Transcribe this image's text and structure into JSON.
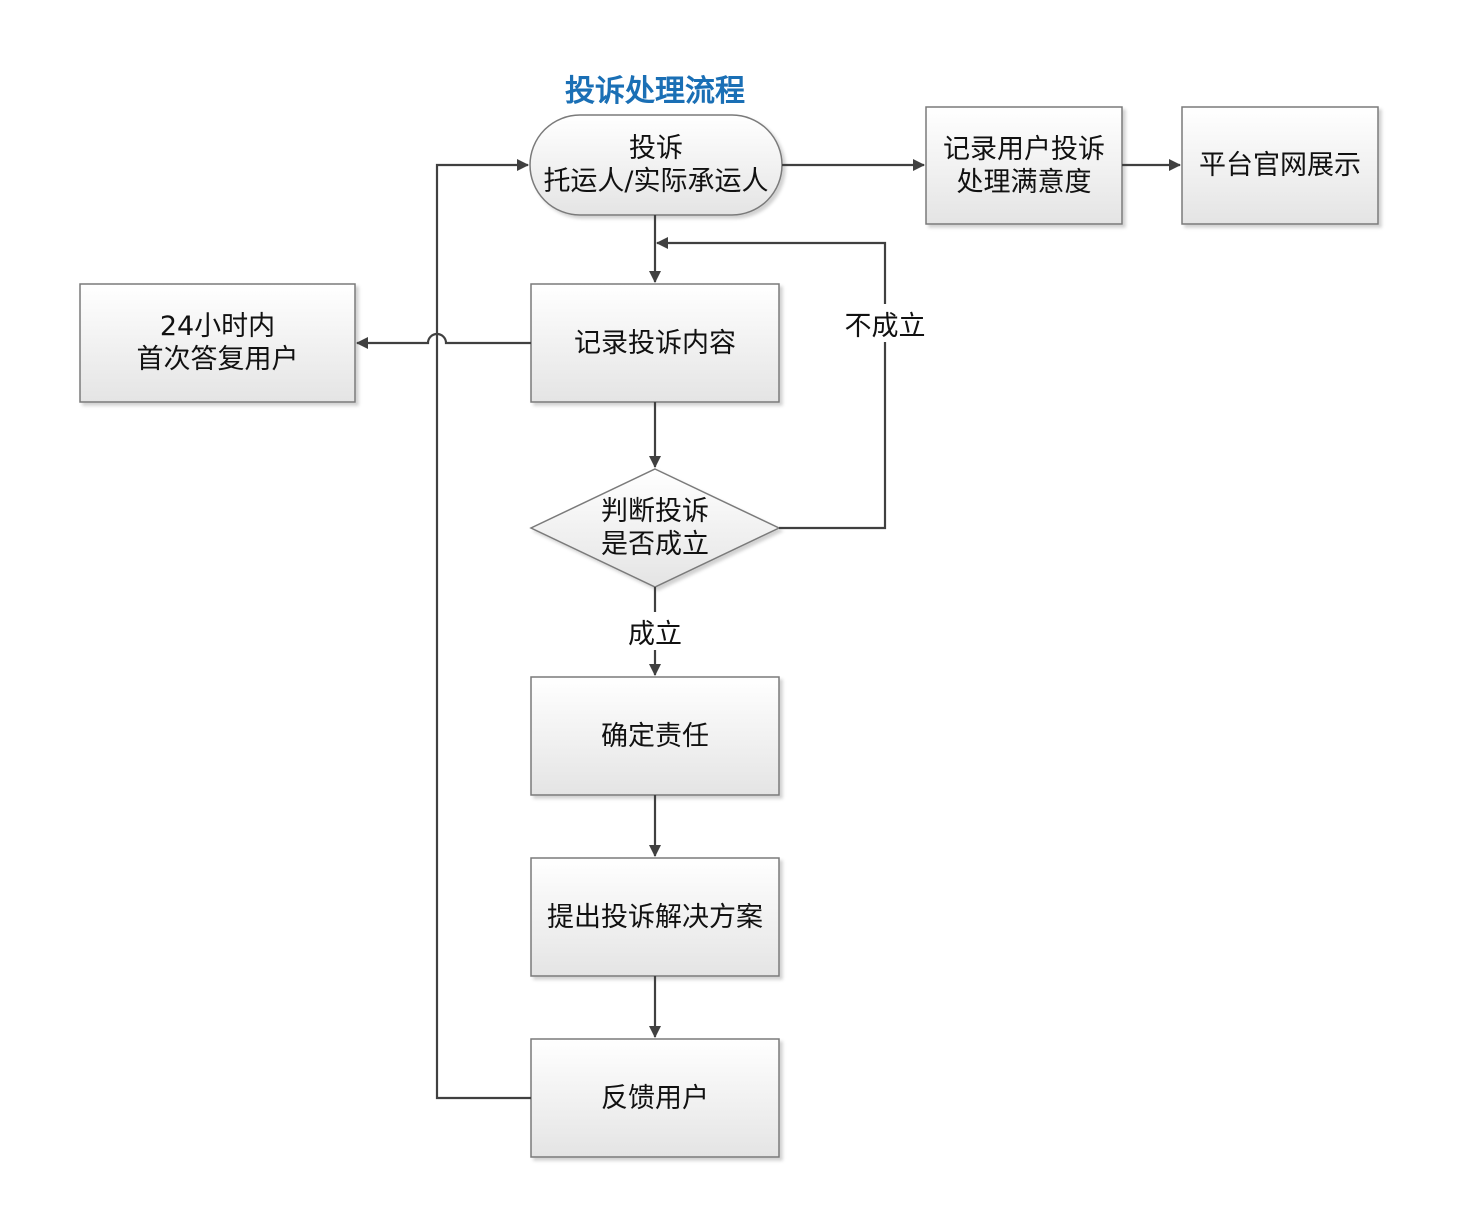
{
  "title": "投诉处理流程",
  "colors": {
    "title": "#1a6fb5",
    "box_fill_top": "#ffffff",
    "box_fill_bottom": "#e6e6e6",
    "box_border": "#7a7a7a",
    "connector": "#404040"
  },
  "nodes": {
    "start": {
      "line1": "投诉",
      "line2": "托运人/实际承运人"
    },
    "record_satisfaction": {
      "line1": "记录用户投诉",
      "line2": "处理满意度"
    },
    "platform_display": {
      "label": "平台官网展示"
    },
    "reply_24h": {
      "line1": "24小时内",
      "line2": "首次答复用户"
    },
    "record_content": {
      "label": "记录投诉内容"
    },
    "judge": {
      "line1": "判断投诉",
      "line2": "是否成立"
    },
    "determine_responsibility": {
      "label": "确定责任"
    },
    "propose_solution": {
      "label": "提出投诉解决方案"
    },
    "feedback_user": {
      "label": "反馈用户"
    }
  },
  "edges": {
    "not_valid": "不成立",
    "valid": "成立"
  }
}
